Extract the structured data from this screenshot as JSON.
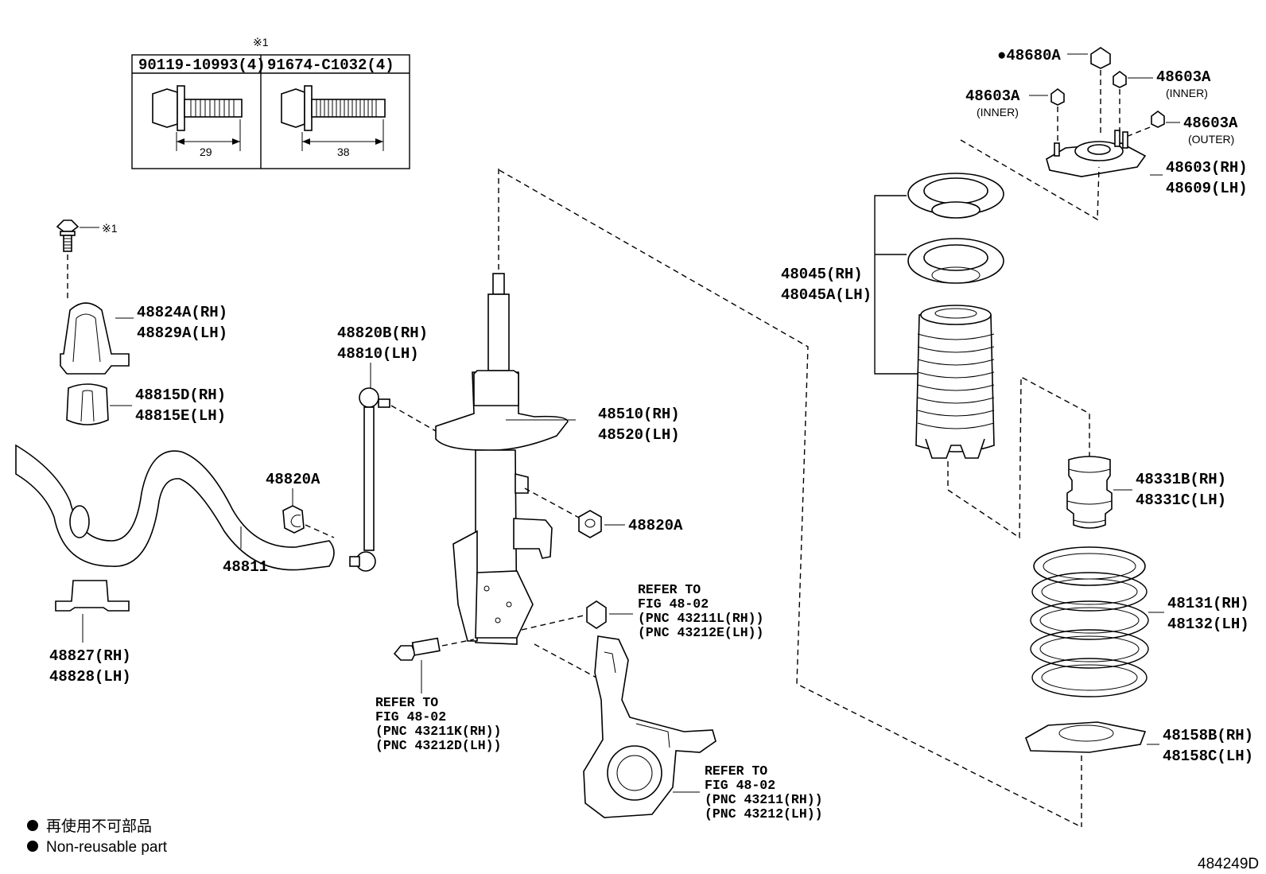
{
  "legend": {
    "symbol": "●",
    "jp": "再使用不可部品",
    "en": "Non-reusable part"
  },
  "figure_id": "484249D",
  "note_mark": "※1",
  "bolt_table": {
    "col1_part": "90119-10993(4)",
    "col1_len": "29",
    "col2_part": "91674-C1032(4)",
    "col2_len": "38"
  },
  "labels": {
    "p48680A": "●48680A",
    "p48603A_inner_r": "48603A",
    "inner_r": "(INNER)",
    "p48603A_inner_l": "48603A",
    "inner_l": "(INNER)",
    "p48603A_outer": "48603A",
    "outer": "(OUTER)",
    "p48603_rh": "48603(RH)",
    "p48609_lh": "48609(LH)",
    "p48045_rh": "48045(RH)",
    "p48045A_lh": "48045A(LH)",
    "p48331B_rh": "48331B(RH)",
    "p48331C_lh": "48331C(LH)",
    "p48131_rh": "48131(RH)",
    "p48132_lh": "48132(LH)",
    "p48158B_rh": "48158B(RH)",
    "p48158C_lh": "48158C(LH)",
    "p48824A_rh": "48824A(RH)",
    "p48829A_lh": "48829A(LH)",
    "p48815D_rh": "48815D(RH)",
    "p48815E_lh": "48815E(LH)",
    "p48820A_a": "48820A",
    "p48811": "48811",
    "p48827_rh": "48827(RH)",
    "p48828_lh": "48828(LH)",
    "p48820B_rh": "48820B(RH)",
    "p48810_lh": "48810(LH)",
    "p48510_rh": "48510(RH)",
    "p48520_lh": "48520(LH)",
    "p48820A_b": "48820A"
  },
  "refs": {
    "ref1": [
      "REFER TO",
      "FIG 48-02",
      "(PNC 43211L(RH))",
      "(PNC 43212E(LH))"
    ],
    "ref2": [
      "REFER TO",
      "FIG 48-02",
      "(PNC 43211K(RH))",
      "(PNC 43212D(LH))"
    ],
    "ref3": [
      "REFER TO",
      "FIG 48-02",
      "(PNC 43211(RH))",
      "(PNC 43212(LH))"
    ]
  }
}
